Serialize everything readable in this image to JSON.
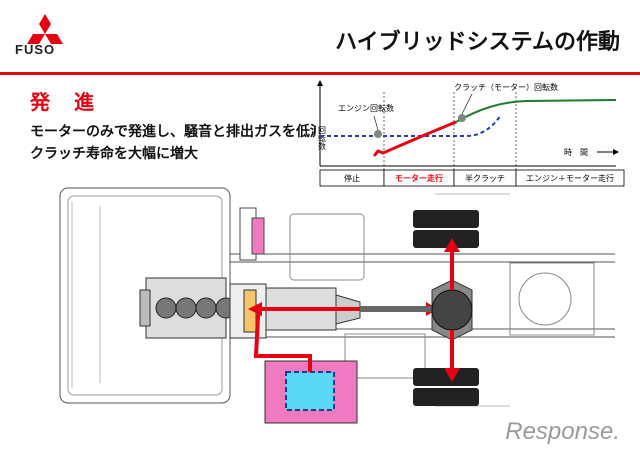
{
  "brand": "FUSO",
  "page_title": "ハイブリッドシステムの作動",
  "section_title": "発　進",
  "description_line1": "モーターのみで発進し、騒音と排出ガスを低減",
  "description_line2": "クラッチ寿命を大幅に増大",
  "graph": {
    "y_axis_label": "回転数",
    "x_axis_label": "時　間",
    "engine_label": "エンジン回転数",
    "clutch_label": "クラッチ（モーター）回転数",
    "phases": [
      "停止",
      "モーター走行",
      "半クラッチ",
      "エンジン＋モーター走行"
    ]
  },
  "watermark": "Response.",
  "colors": {
    "accent_red": "#e60012",
    "engine_line": "#1f3fb8",
    "motor_line": "#1f7a2e",
    "battery": "#f07ac0",
    "inverter": "#59d7f5"
  }
}
